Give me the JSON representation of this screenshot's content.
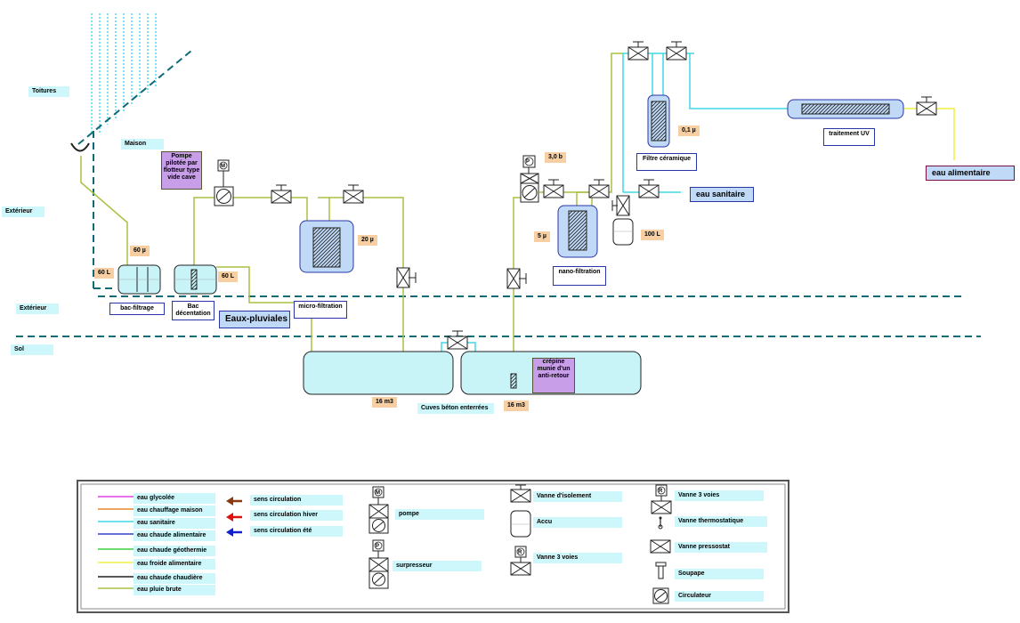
{
  "zones": {
    "toitures": "Toitures",
    "maison": "Maison",
    "exterieur_1": "Extérieur",
    "exterieur_2": "Extérieur",
    "sol": "Sol"
  },
  "equipment": {
    "pompe_flotteur": "Pompe pilotée par flotteur type vide cave",
    "bac_filtrage": "bac-filtrage",
    "bac_decantation": "Bac décentation",
    "eaux_pluviales": "Eaux-pluviales",
    "micro_filtration": "micro-filtration",
    "cuves": "Cuves béton enterrées",
    "crepine": "crépine munie d'un anti-retour",
    "nano_filtration": "nano-filtration",
    "filtre_ceramique": "Filtre céramique",
    "traitement_uv": "traitement UV",
    "eau_sanitaire": "eau sanitaire",
    "eau_alimentaire": "eau alimentaire"
  },
  "values": {
    "bac_filtrage_60l": "60 L",
    "filtre_60mu": "60 µ",
    "bac_decantation_60l": "60 L",
    "micro_20mu": "20 µ",
    "pression_3b": "3,0 b",
    "nano_5mu": "5 µ",
    "ballon_100l": "100 L",
    "ceramique_01mu": "0,1 µ",
    "cuve1_16m3": "16 m3",
    "cuve2_16m3": "16 m3"
  },
  "legend": {
    "lines": [
      {
        "label": "eau glycolée",
        "color": "#e040e0"
      },
      {
        "label": "eau chauffage maison",
        "color": "#e88a2a"
      },
      {
        "label": "eau sanitaire",
        "color": "#40d8e8"
      },
      {
        "label": "eau chaude alimentaire",
        "color": "#3040c8"
      },
      {
        "label": "eau chaude géothermie",
        "color": "#40d040"
      },
      {
        "label": "eau froide alimentaire",
        "color": "#f0f040"
      },
      {
        "label": "eau chaude chaudière",
        "color": "#202020"
      },
      {
        "label": "eau pluie brute",
        "color": "#a8c040"
      }
    ],
    "arrows": [
      {
        "label": "sens circulation",
        "color": "#8a3a10"
      },
      {
        "label": "sens circulation hiver",
        "color": "#e01010"
      },
      {
        "label": "sens circulation été",
        "color": "#1020d0"
      }
    ],
    "pompe": "pompe",
    "surpresseur": "surpresseur",
    "vanne_isolement": "Vanne d'isolement",
    "accu": "Accu",
    "vanne_3_voies_a": "Vanne 3 voies",
    "vanne_3_voies_b": "Vanne 3 voies",
    "vanne_thermostatique": "Vanne thermostatique",
    "vanne_pressostat": "Vanne pressostat",
    "soupape": "Soupape",
    "circulateur": "Circulateur",
    "m_symbol": "M",
    "p_symbol": "P",
    "r_symbol": "R"
  },
  "colors": {
    "rain_pipe": "#a8c040",
    "sanitary_pipe": "#40d8e8",
    "food_pipe": "#f0f040",
    "tank_fill": "#c8f4f8",
    "zone_line": "#0f6a78",
    "label_cyan": "#cdf7fb",
    "label_orange": "#f8cfa2",
    "purple": "#c89ee8"
  }
}
